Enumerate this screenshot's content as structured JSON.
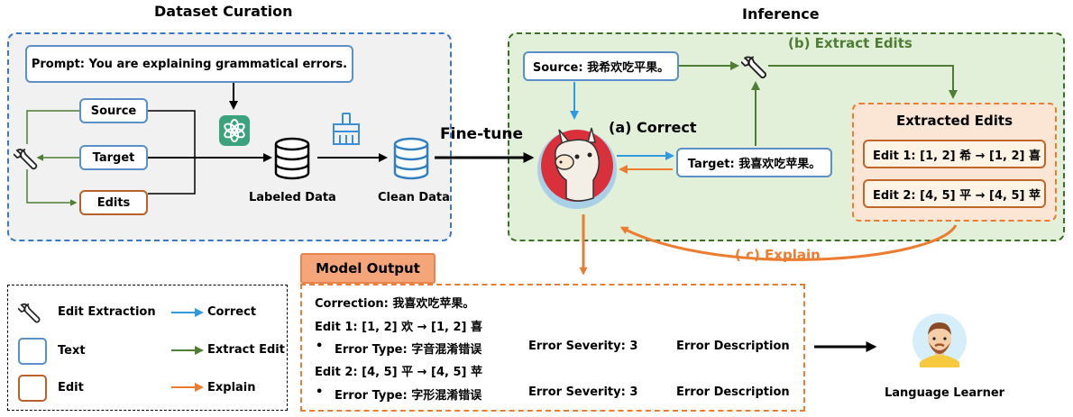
{
  "curation": {
    "title": "Dataset Curation",
    "prompt": "Prompt: You are explaining grammatical errors.",
    "source": "Source",
    "target": "Target",
    "edits": "Edits",
    "labeled_data": "Labeled Data",
    "clean_data": "Clean Data"
  },
  "fine_tune": "Fine-tune",
  "inference": {
    "title": "Inference",
    "source": "Source: 我希欢吃平果。",
    "target": "Target: 我喜欢吃苹果。",
    "correct_label": "(a) Correct",
    "extract_label": "(b) Extract Edits",
    "explain_label": "( c) Explain",
    "extracted_title": "Extracted Edits",
    "edit1": "Edit 1: [1, 2] 希 → [1, 2] 喜",
    "edit2": "Edit 2: [4, 5] 平 → [4, 5] 苹"
  },
  "legend": {
    "edit_extraction": "Edit Extraction",
    "text": "Text",
    "edit": "Edit",
    "correct": "Correct",
    "extract_edit": "Extract Edit",
    "explain": "Explain"
  },
  "output": {
    "title": "Model Output",
    "correction": "Correction: 我喜欢吃苹果。",
    "edit1": "Edit 1: [1, 2] 欢 → [1, 2] 喜",
    "bullet": "•",
    "type1": "Error Type: 字音混淆错误",
    "severity1": "Error Severity: 3",
    "desc1": "Error Description",
    "edit2": "Edit 2: [4, 5] 平 → [4, 5] 苹",
    "type2": "Error Type: 字形混淆错误",
    "severity2": "Error Severity: 3",
    "desc2": "Error Description"
  },
  "learner": "Language Learner",
  "colors": {
    "blue": "#2f9ae0",
    "green": "#4e7d33",
    "orange": "#ec7c30",
    "curation_border": "#3b78c2",
    "inference_bg": "#e2efd9",
    "inference_border": "#3d6e2a"
  },
  "icons": [
    "wrench-icon",
    "chatgpt-icon",
    "database-icon",
    "broom-icon",
    "llama-icon",
    "learner-avatar-icon"
  ]
}
